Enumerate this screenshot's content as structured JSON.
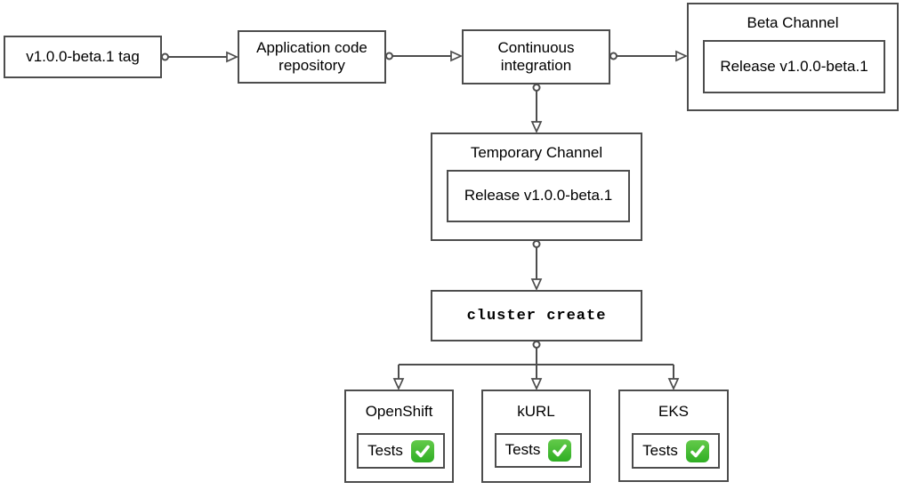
{
  "diagram_type": "flowchart",
  "colors": {
    "stroke": "#4d4d4d",
    "box_fill": "#ffffff",
    "text": "#000000",
    "check_green_top": "#63ca4a",
    "check_green_bottom": "#2fae24",
    "check_mark": "#ffffff"
  },
  "nodes": {
    "tag": {
      "label": "v1.0.0-beta.1 tag"
    },
    "repo": {
      "label": "Application code repository"
    },
    "ci": {
      "label": "Continuous integration"
    },
    "beta_channel": {
      "title": "Beta Channel",
      "release_label": "Release v1.0.0-beta.1"
    },
    "temp_channel": {
      "title": "Temporary Channel",
      "release_label": "Release v1.0.0-beta.1"
    },
    "cluster_create": {
      "label": "cluster create"
    },
    "openshift": {
      "title": "OpenShift",
      "tests_label": "Tests",
      "status_icon": "check-mark-button"
    },
    "kurl": {
      "title": "kURL",
      "tests_label": "Tests",
      "status_icon": "check-mark-button"
    },
    "eks": {
      "title": "EKS",
      "tests_label": "Tests",
      "status_icon": "check-mark-button"
    }
  },
  "edges": [
    {
      "from": "v1.0.0-beta.1 tag",
      "to": "Application code repository"
    },
    {
      "from": "Application code repository",
      "to": "Continuous integration"
    },
    {
      "from": "Continuous integration",
      "to": "Beta Channel"
    },
    {
      "from": "Continuous integration",
      "to": "Temporary Channel"
    },
    {
      "from": "Temporary Channel",
      "to": "cluster create"
    },
    {
      "from": "cluster create",
      "to": "OpenShift"
    },
    {
      "from": "cluster create",
      "to": "kURL"
    },
    {
      "from": "cluster create",
      "to": "EKS"
    }
  ]
}
